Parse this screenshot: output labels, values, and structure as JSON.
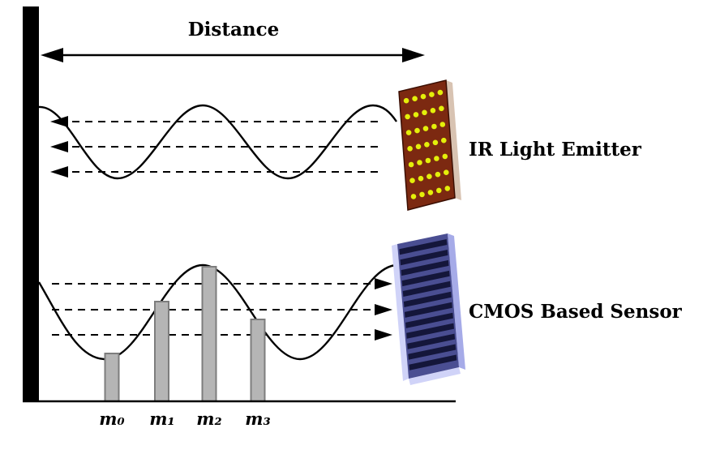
{
  "diagram": {
    "distance_label": "Distance",
    "emitter_label": "IR Light Emitter",
    "sensor_label": "CMOS Based Sensor",
    "sample_labels": [
      "m₀",
      "m₁",
      "m₂",
      "m₃"
    ],
    "colors": {
      "wall": "#000000",
      "emitter_face": "#7c2911",
      "emitter_side": "#d8c3b2",
      "emitter_dot": "#e4ef0a",
      "sensor_face": "#4a4e92",
      "sensor_stripe": "#14163a",
      "sensor_edge_light": "#d0d3f8",
      "sensor_side": "#a6abe8",
      "bar_fill": "#b5b5b5",
      "bar_edge": "#7d7d7d"
    }
  }
}
